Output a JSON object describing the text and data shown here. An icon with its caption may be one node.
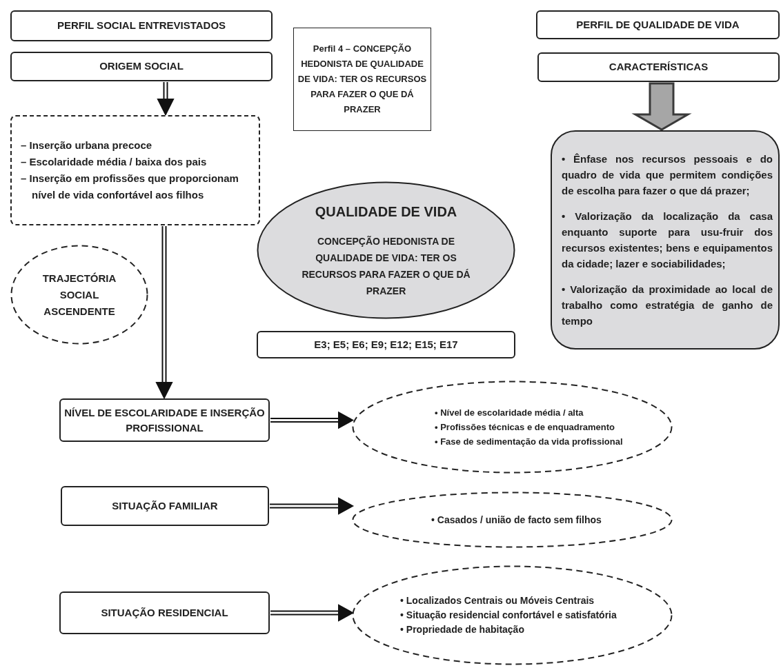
{
  "diagram": {
    "nodes": [
      {
        "text": [
          "PERFIL SOCIAL ENTREVISTADOS"
        ]
      },
      {
        "text": [
          "ORIGEM SOCIAL"
        ]
      },
      {
        "text": [
          "Perfil 4 – CONCEPÇÃO HEDONISTA DE QUALIDADE DE VIDA: TER OS RECURSOS PARA FAZER O QUE DÁ PRAZER"
        ]
      },
      {
        "text": [
          "PERFIL DE QUALIDADE DE VIDA"
        ]
      },
      {
        "text": [
          "CARACTERÍSTICAS"
        ]
      },
      {
        "text": [
          "– Inserção urbana precoce",
          "– Escolaridade média / baixa dos pais",
          "– Inserção em profissões que proporcionam nível de vida confortável aos filhos"
        ]
      },
      {
        "text": [
          "QUALIDADE DE VIDA",
          "CONCEPÇÃO HEDONISTA DE QUALIDADE DE VIDA: TER OS RECURSOS PARA FAZER O QUE DÁ PRAZER"
        ]
      },
      {
        "text": [
          "TRAJECTÓRIA SOCIAL ASCENDENTE"
        ]
      },
      {
        "text": [
          "E3; E5; E6; E9; E12; E15; E17"
        ]
      },
      {
        "text": [
          "• Ênfase nos recursos pessoais e do quadro de vida que permitem condições de escolha para fazer o que dá prazer;",
          "• Valorização da localização da casa enquanto suporte para usu-fruir dos recursos existentes; bens e equipamentos da cidade; lazer e sociabilidades;",
          "• Valorização da proximidade ao local de trabalho como estratégia de ganho de tempo"
        ]
      },
      {
        "text": [
          "NÍVEL DE ESCOLARIDADE E INSERÇÃO PROFISSIONAL"
        ]
      },
      {
        "text": [
          "• Nível de escolaridade média / alta",
          "• Profissões técnicas e de enquadramento",
          "• Fase de sedimentação da vida profissional"
        ]
      },
      {
        "text": [
          "SITUAÇÃO FAMILIAR"
        ]
      },
      {
        "text": [
          "• Casados / união de facto sem filhos"
        ]
      },
      {
        "text": [
          "SITUAÇÃO RESIDENCIAL"
        ]
      },
      {
        "text": [
          "• Localizados Centrais ou Móveis Centrais",
          "• Situação residencial confortável e satisfatória",
          "• Propriedade de habitação"
        ]
      }
    ],
    "edges": [
      {
        "from": 1,
        "to": 5,
        "arrow": "to"
      },
      {
        "from": 5,
        "to": 10,
        "arrow": "to"
      },
      {
        "from": 4,
        "to": 9,
        "arrow": "to",
        "style": "thick",
        "color": "#a6a6a6"
      },
      {
        "from": 10,
        "to": 11,
        "arrow": "to"
      },
      {
        "from": 12,
        "to": 13,
        "arrow": "to"
      },
      {
        "from": 14,
        "to": 15,
        "arrow": "to"
      }
    ]
  }
}
